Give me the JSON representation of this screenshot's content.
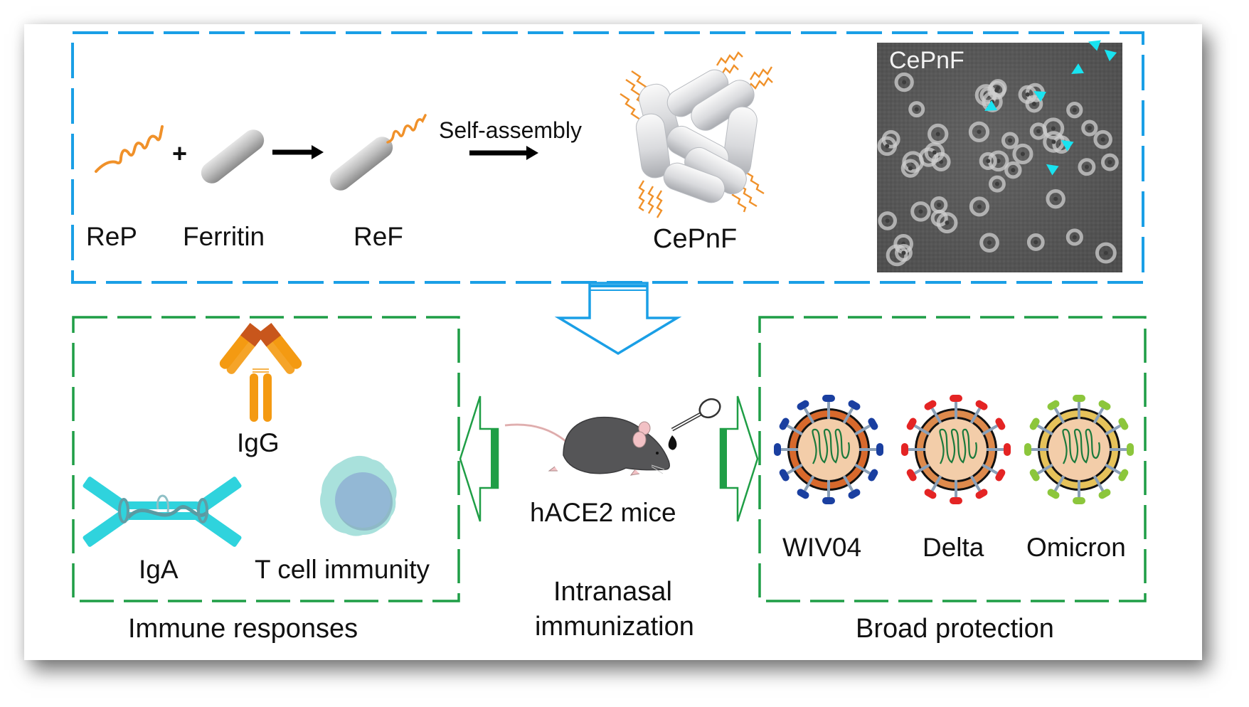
{
  "colors": {
    "synthesis_frame": "#1a9fe6",
    "outcome_frame": "#1f9e46",
    "peptide": "#f0912a",
    "ferritin": "#b9b9b9",
    "igg": "#f49a12",
    "igg_tip": "#c8561c",
    "iga": "#2fd3dd",
    "t_cell_outer": "#a9e1dc",
    "t_cell_nucleus": "#93b8d5",
    "em_marker": "#19e3f0"
  },
  "synthesis": {
    "rep_label": "ReP",
    "plus_sign": "+",
    "ferritin_label": "Ferritin",
    "ref_label": "ReF",
    "step_label": "Self-assembly",
    "nanoparticle_label": "CePnF",
    "micrograph_label": "CePnF",
    "micrograph_marker_count": 7
  },
  "center": {
    "mouse_label": "hACE2 mice",
    "route_line1": "Intranasal",
    "route_line2": "immunization"
  },
  "immune": {
    "igg_label": "IgG",
    "iga_label": "IgA",
    "t_cell_label": "T cell immunity",
    "caption": "Immune responses"
  },
  "protection": {
    "variants": [
      {
        "name": "WIV04",
        "spike_color": "#1a3fa0",
        "envelope_color": "#d8692c"
      },
      {
        "name": "Delta",
        "spike_color": "#e42424",
        "envelope_color": "#de8a4c"
      },
      {
        "name": "Omicron",
        "spike_color": "#8cc63c",
        "envelope_color": "#e6c25a"
      }
    ],
    "caption": "Broad protection"
  }
}
